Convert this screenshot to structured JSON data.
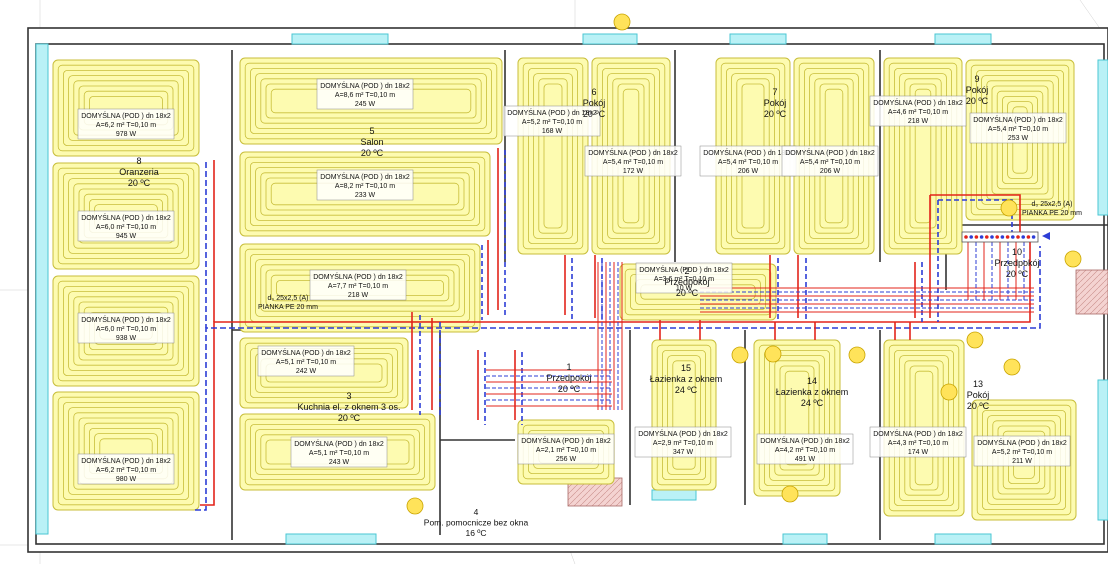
{
  "colors": {
    "heating_pad": "#fdfbb0",
    "heating_stroke": "#c8be3a",
    "window": "#b9f1f6",
    "supply_pipe": "#e3241b",
    "return_pipe": "#2d3dd6",
    "walls": "#333333",
    "radiator_marker": "#ffe35a",
    "brick_wall": "#e7b9b6"
  },
  "loops": [
    {
      "id": "oranzeria-1",
      "line1": "DOMYŚLNA (POD ) dn 18x2",
      "line2": "A=6,2 m² T=0,10 m",
      "line3": "978 W"
    },
    {
      "id": "oranzeria-2",
      "line1": "DOMYŚLNA (POD ) dn 18x2",
      "line2": "A=6,0 m² T=0,10 m",
      "line3": "945 W"
    },
    {
      "id": "oranzeria-3",
      "line1": "DOMYŚLNA (POD ) dn 18x2",
      "line2": "A=6,0 m² T=0,10 m",
      "line3": "938 W"
    },
    {
      "id": "oranzeria-4",
      "line1": "DOMYŚLNA (POD ) dn 18x2",
      "line2": "A=6,2 m² T=0,10 m",
      "line3": "980 W"
    },
    {
      "id": "salon-1",
      "line1": "DOMYŚLNA (POD ) dn 18x2",
      "line2": "A=8,6 m² T=0,10 m",
      "line3": "245 W"
    },
    {
      "id": "salon-2",
      "line1": "DOMYŚLNA (POD ) dn 18x2",
      "line2": "A=8,2 m² T=0,10 m",
      "line3": "233 W"
    },
    {
      "id": "salon-3",
      "line1": "DOMYŚLNA (POD ) dn 18x2",
      "line2": "A=7,7 m² T=0,10 m",
      "line3": "218 W"
    },
    {
      "id": "kuchnia-1",
      "line1": "DOMYŚLNA (POD ) dn 18x2",
      "line2": "A=5,1 m² T=0,10 m",
      "line3": "242 W"
    },
    {
      "id": "kuchnia-2",
      "line1": "DOMYŚLNA (POD ) dn 18x2",
      "line2": "A=5,1 m² T=0,10 m",
      "line3": "243 W"
    },
    {
      "id": "pokoj6-1",
      "line1": "DOMYŚLNA (POD ) dn 18x2",
      "line2": "A=5,2 m² T=0,10 m",
      "line3": "168 W"
    },
    {
      "id": "pokoj6-2",
      "line1": "DOMYŚLNA (POD ) dn 18x2",
      "line2": "A=5,4 m² T=0,10 m",
      "line3": "172 W"
    },
    {
      "id": "pokoj7-1",
      "line1": "DOMYŚLNA (POD ) dn 18x2",
      "line2": "A=5,4 m² T=0,10 m",
      "line3": "206 W"
    },
    {
      "id": "pokoj7-2",
      "line1": "DOMYŚLNA (POD ) dn 18x2",
      "line2": "A=5,4 m² T=0,10 m",
      "line3": "206 W"
    },
    {
      "id": "pokoj9-1",
      "line1": "DOMYŚLNA (POD ) dn 18x2",
      "line2": "A=4,6 m² T=0,10 m",
      "line3": "218 W"
    },
    {
      "id": "pokoj9-2",
      "line1": "DOMYŚLNA (POD ) dn 18x2",
      "line2": "A=5,4 m² T=0,10 m",
      "line3": "253 W"
    },
    {
      "id": "przedpokoj2",
      "line1": "DOMYŚLNA (POD ) dn 18x2",
      "line2": "A=3,6 m² T=0,10 m",
      "line3": "10 W"
    },
    {
      "id": "przedpokoj1",
      "line1": "DOMYŚLNA (POD ) dn 18x2",
      "line2": "A=2,1 m² T=0,10 m",
      "line3": "256 W"
    },
    {
      "id": "lazienka15",
      "line1": "DOMYŚLNA (POD ) dn 18x2",
      "line2": "A=2,9 m² T=0,10 m",
      "line3": "347 W"
    },
    {
      "id": "lazienka14",
      "line1": "DOMYŚLNA (POD ) dn 18x2",
      "line2": "A=4,2 m² T=0,10 m",
      "line3": "491 W"
    },
    {
      "id": "pokoj13-1",
      "line1": "DOMYŚLNA (POD ) dn 18x2",
      "line2": "A=4,3 m² T=0,10 m",
      "line3": "174 W"
    },
    {
      "id": "pokoj13-2",
      "line1": "DOMYŚLNA (POD ) dn 18x2",
      "line2": "A=5,2 m² T=0,10 m",
      "line3": "211 W"
    }
  ],
  "rooms": [
    {
      "id": "r8",
      "num": "8",
      "name": "Oranzeria",
      "temp": "20 ºC"
    },
    {
      "id": "r5",
      "num": "5",
      "name": "Salon",
      "temp": "20 ºC"
    },
    {
      "id": "r3",
      "num": "3",
      "name": "Kuchnia el. z oknem 3 os.",
      "temp": "20 ºC"
    },
    {
      "id": "r6",
      "num": "6",
      "name": "Pokój",
      "temp": "20 ºC"
    },
    {
      "id": "r7",
      "num": "7",
      "name": "Pokój",
      "temp": "20 ºC"
    },
    {
      "id": "r9",
      "num": "9",
      "name": "Pokój",
      "temp": "20 ºC"
    },
    {
      "id": "r2",
      "num": "2",
      "name": "Przedpokój",
      "temp": "20 ºC"
    },
    {
      "id": "r10",
      "num": "10",
      "name": "Przedpokój",
      "temp": "20 ºC"
    },
    {
      "id": "r1",
      "num": "1",
      "name": "Przedpokój",
      "temp": "20 ºC"
    },
    {
      "id": "r15",
      "num": "15",
      "name": "Łazienka z oknem",
      "temp": "24 ºC"
    },
    {
      "id": "r14",
      "num": "14",
      "name": "Łazienka z oknem",
      "temp": "24 ºC"
    },
    {
      "id": "r13",
      "num": "13",
      "name": "Pokój",
      "temp": "20 ºC"
    },
    {
      "id": "r4",
      "num": "4",
      "name": "Pom. pomocnicze bez okna",
      "temp": "16 ºC"
    }
  ],
  "pipe_labels": [
    {
      "id": "pipe-left",
      "line1": "d₀ 25x2,5 (A)",
      "line2": "PIANKA PE 20 mm"
    },
    {
      "id": "pipe-right",
      "line1": "d₀ 25x2,5 (A)",
      "line2": "PIANKA PE 20 mm"
    }
  ]
}
